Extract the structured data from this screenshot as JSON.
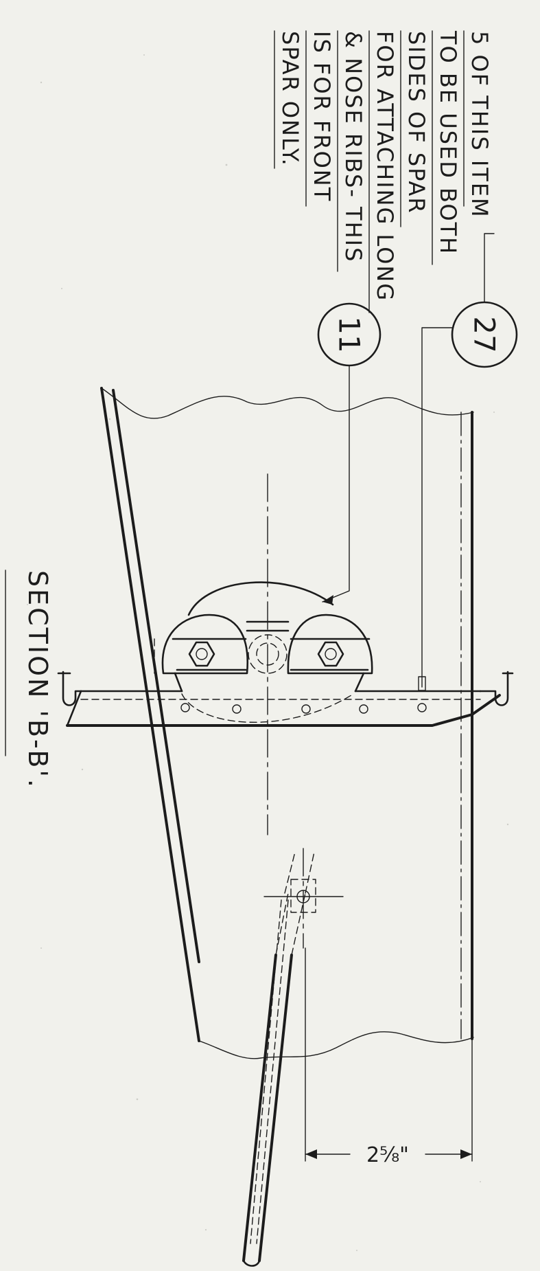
{
  "note": {
    "lines": [
      "5 OF THIS ITEM",
      "TO BE USED BOTH",
      "SIDES OF SPAR",
      "FOR ATTACHING LONG",
      "& NOSE RIBS- THIS",
      "IS FOR FRONT",
      "SPAR ONLY."
    ]
  },
  "balloons": {
    "item_27": "27",
    "item_11": "11"
  },
  "dimension": {
    "label": "2⅝\""
  },
  "section_title": "SECTION 'B-B'."
}
